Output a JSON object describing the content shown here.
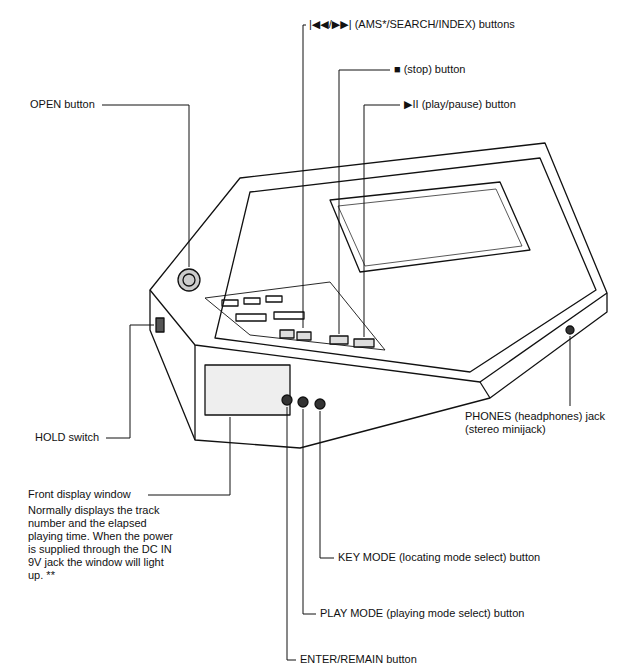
{
  "diagram": {
    "labels": [
      "|◀◀/▶▶| (AMS*/SEARCH/INDEX) buttons",
      "■ (stop) button",
      "▶II (play/pause) button",
      "OPEN button",
      "HOLD switch",
      "Front display window",
      "Normally displays the track number and the elapsed playing time. When the power is supplied through the DC IN 9V jack the window will light up. **",
      "PHONES (headphones) jack (stereo minijack)",
      "KEY MODE (locating mode select) button",
      "PLAY MODE (playing mode select) button",
      "ENTER/REMAIN button"
    ]
  }
}
